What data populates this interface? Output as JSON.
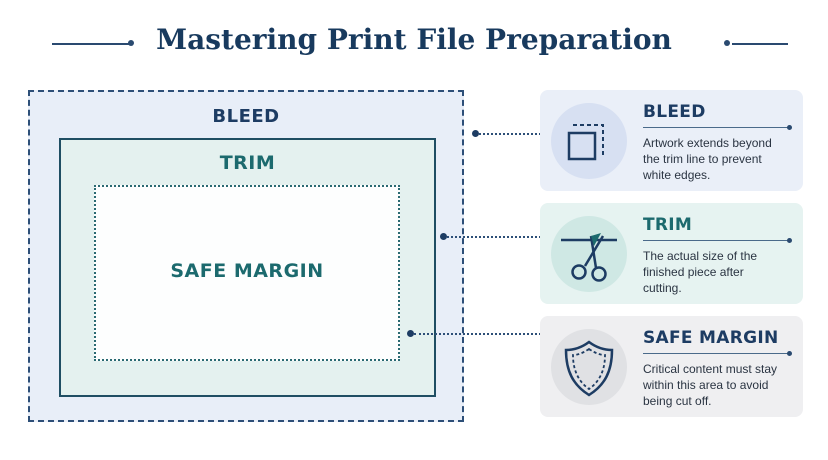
{
  "title": "Mastering Print File Preparation",
  "diagram": {
    "bleed_label": "BLEED",
    "trim_label": "TRIM",
    "safe_label": "SAFE MARGIN"
  },
  "cards": [
    {
      "title": "BLEED",
      "icon": "bleed-square-icon",
      "description": "Artwork extends beyond\nthe trim line to prevent\nwhite edges."
    },
    {
      "title": "TRIM",
      "icon": "scissors-icon",
      "description": "The actual size of the\nfinished piece after\ncutting."
    },
    {
      "title": "SAFE MARGIN",
      "icon": "shield-icon",
      "description": "Critical content must stay\nwithin this area to avoid\nbeing cut off."
    }
  ],
  "colors": {
    "navy": "#183a5e",
    "teal": "#1c6a6e",
    "bleed_fill": "#e8eef8",
    "trim_fill": "#e4f1ef"
  }
}
